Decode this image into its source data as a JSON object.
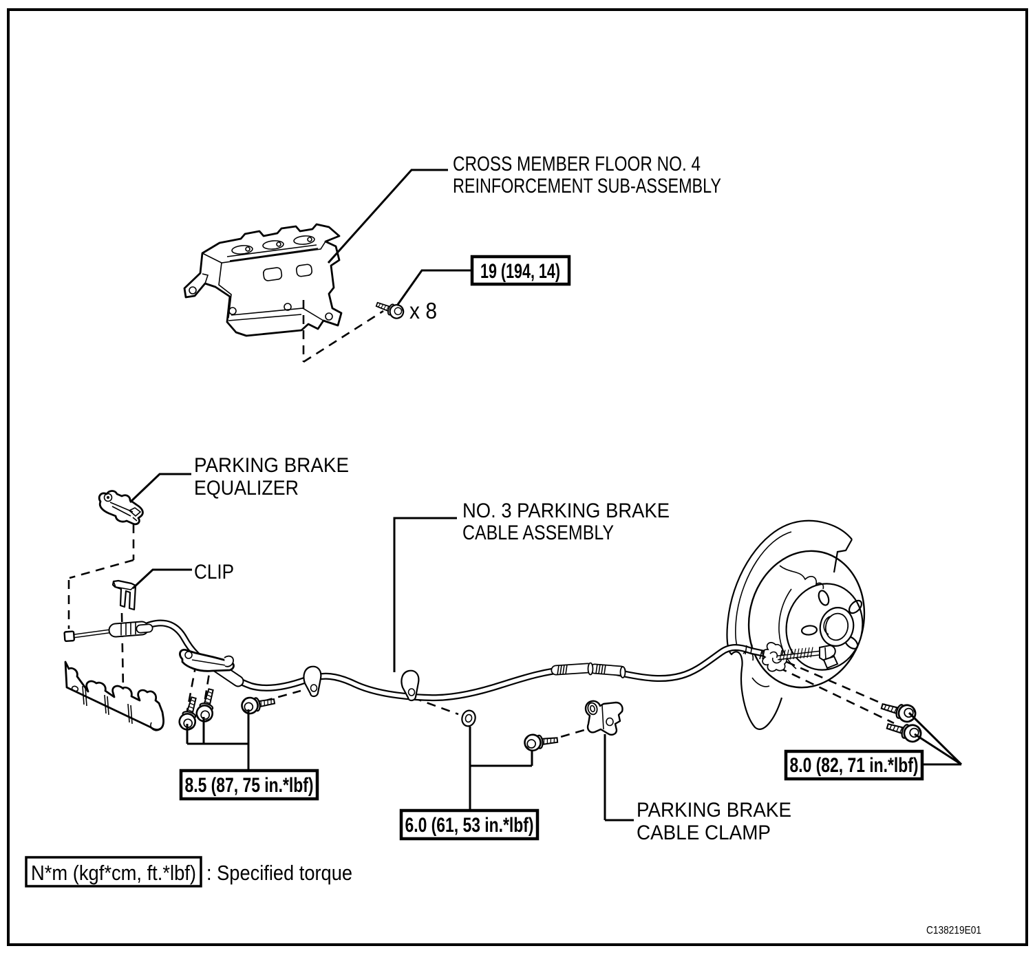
{
  "figure_code": "C138219E01",
  "colors": {
    "line": "#000000",
    "background": "#ffffff",
    "code_text": "#3f3f3f"
  },
  "parts": {
    "cross_member": {
      "line1": "CROSS MEMBER FLOOR NO. 4",
      "line2": "REINFORCEMENT SUB-ASSEMBLY"
    },
    "equalizer": {
      "line1": "PARKING BRAKE",
      "line2": "EQUALIZER"
    },
    "clip": {
      "label": "CLIP"
    },
    "cable_assembly": {
      "line1": "NO. 3 PARKING BRAKE",
      "line2": "CABLE ASSEMBLY"
    },
    "cable_clamp": {
      "line1": "PARKING BRAKE",
      "line2": "CABLE CLAMP"
    }
  },
  "torque_specs": {
    "cross_member_bolts": {
      "value": "19 (194, 14)",
      "quantity": "x 8"
    },
    "bracket_bolts": {
      "value": "8.5 (87, 75 in.*lbf)"
    },
    "cable_nut": {
      "value": "6.0 (61, 53 in.*lbf)"
    },
    "backing_plate_bolts": {
      "value": "8.0 (82, 71 in.*lbf)"
    }
  },
  "legend": {
    "unit_box": "N*m (kgf*cm, ft.*lbf)",
    "description": ": Specified torque"
  }
}
